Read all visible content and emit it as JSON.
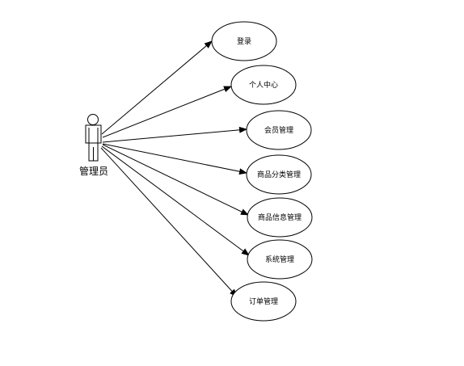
{
  "actor": {
    "name": "管理员"
  },
  "use_cases": [
    {
      "label": "登录"
    },
    {
      "label": "个人中心"
    },
    {
      "label": "会员管理"
    },
    {
      "label": "商品分类管理"
    },
    {
      "label": "商品信息管理"
    },
    {
      "label": "系统管理"
    },
    {
      "label": "订单管理"
    }
  ],
  "colors": {
    "stroke": "#000000",
    "background": "#ffffff"
  }
}
